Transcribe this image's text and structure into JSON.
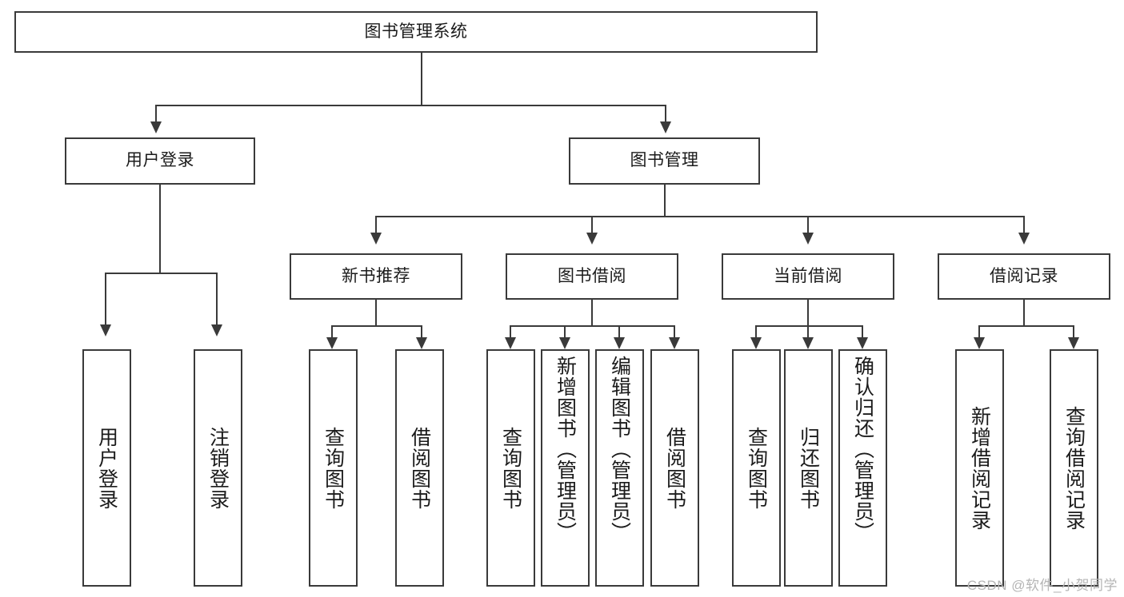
{
  "diagram": {
    "title": "图书管理系统",
    "watermark": "CSDN @软件_小贺同学",
    "colors": {
      "background": "#ffffff",
      "stroke": "#3a3a3a",
      "text": "#1b1b1b",
      "watermark": "#b5b5b5"
    },
    "root": {
      "label": "图书管理系统"
    },
    "level2": [
      {
        "label": "用户登录"
      },
      {
        "label": "图书管理"
      }
    ],
    "level3": [
      {
        "label": "新书推荐"
      },
      {
        "label": "图书借阅"
      },
      {
        "label": "当前借阅"
      },
      {
        "label": "借阅记录"
      }
    ],
    "leaves": {
      "user_login": [
        {
          "label": "用户登录"
        },
        {
          "label": "注销登录"
        }
      ],
      "new_book_recommend": [
        {
          "label": "查询图书"
        },
        {
          "label": "借阅图书"
        }
      ],
      "book_borrow": [
        {
          "label": "查询图书"
        },
        {
          "label": "新增图书（管理员）"
        },
        {
          "label": "编辑图书（管理员）"
        },
        {
          "label": "借阅图书"
        }
      ],
      "current_borrow": [
        {
          "label": "查询图书"
        },
        {
          "label": "归还图书"
        },
        {
          "label": "确认归还（管理员）"
        }
      ],
      "borrow_record": [
        {
          "label": "新增借阅记录"
        },
        {
          "label": "查询借阅记录"
        }
      ]
    }
  }
}
